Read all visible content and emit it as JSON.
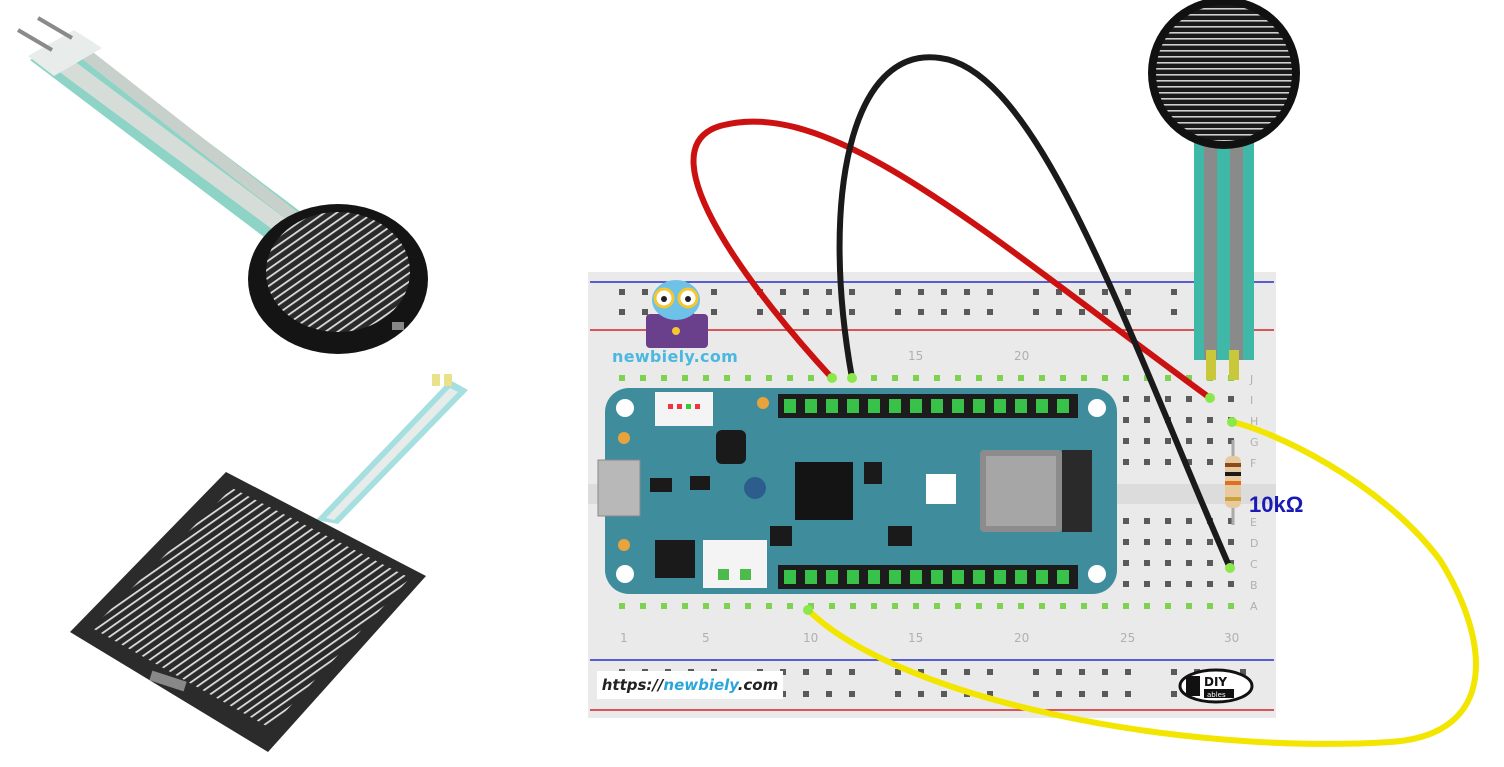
{
  "site": {
    "name": "newbiely.com",
    "url_prefix": "https://",
    "url_domain": "newbiely",
    "url_suffix": ".com"
  },
  "resistor": {
    "label": "10kΩ"
  },
  "breadboard": {
    "row_letters_top": [
      "J",
      "I",
      "H",
      "G",
      "F"
    ],
    "row_letters_bottom": [
      "E",
      "D",
      "C",
      "B",
      "A"
    ],
    "column_numbers": [
      "1",
      "5",
      "10",
      "15",
      "20",
      "25",
      "30"
    ]
  },
  "logo": {
    "text": "DIY",
    "subtext": "ables"
  },
  "colors": {
    "wire_red": "#cc1111",
    "wire_black": "#1a1a1a",
    "wire_yellow": "#f2e600",
    "board_teal": "#3f8d9c",
    "resistor_label": "#1a1ab5",
    "brand_blue": "#4cb8e0"
  }
}
